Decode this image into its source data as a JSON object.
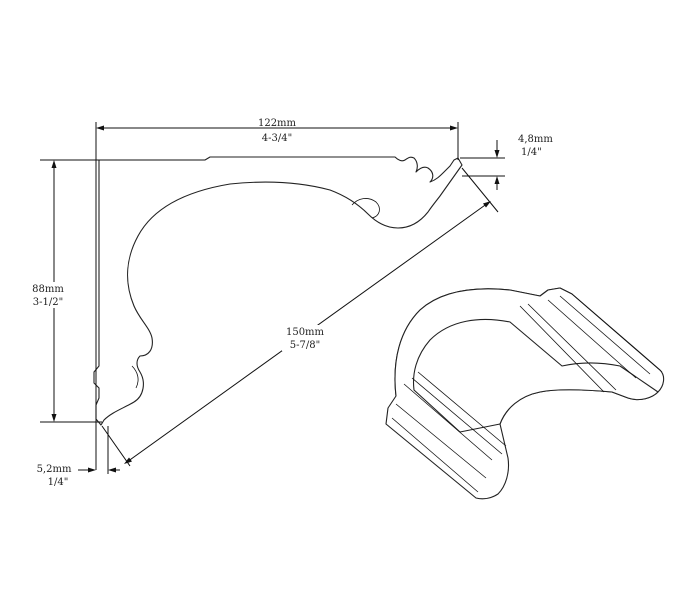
{
  "dimensions": {
    "width_top": {
      "metric": "122mm",
      "imperial": "4-3/4\""
    },
    "height_left": {
      "metric": "88mm",
      "imperial": "3-1/2\""
    },
    "diagonal": {
      "metric": "150mm",
      "imperial": "5-7/8\""
    },
    "top_lip": {
      "metric": "4,8mm",
      "imperial": "1/4\""
    },
    "bottom_lip": {
      "metric": "5,2mm",
      "imperial": "1/4\""
    }
  }
}
